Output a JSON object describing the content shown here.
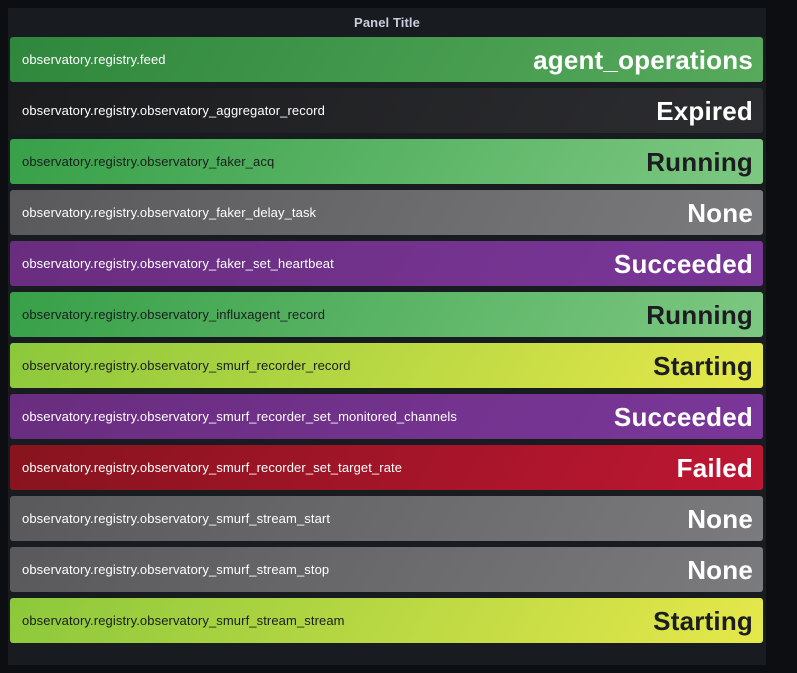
{
  "panel": {
    "title": "Panel Title",
    "background": "#181b1f",
    "page_background": "#0d0e11"
  },
  "text_colors": {
    "light": "#ffffff",
    "dark": "#1b1d20"
  },
  "rows": [
    {
      "label": "observatory.registry.feed",
      "value": "agent_operations",
      "color_left": "#2e873c",
      "color_right": "#57aa5c",
      "text": "light"
    },
    {
      "label": "observatory.registry.observatory_aggregator_record",
      "value": "Expired",
      "color_left": "#1b1c1e",
      "color_right": "#2c2d30",
      "text": "light"
    },
    {
      "label": "observatory.registry.observatory_faker_acq",
      "value": "Running",
      "color_left": "#37a048",
      "color_right": "#7dc882",
      "text": "dark"
    },
    {
      "label": "observatory.registry.observatory_faker_delay_task",
      "value": "None",
      "color_left": "#59595b",
      "color_right": "#7b7b7d",
      "text": "light"
    },
    {
      "label": "observatory.registry.observatory_faker_set_heartbeat",
      "value": "Succeeded",
      "color_left": "#692d7f",
      "color_right": "#7a3799",
      "text": "light"
    },
    {
      "label": "observatory.registry.observatory_influxagent_record",
      "value": "Running",
      "color_left": "#37a048",
      "color_right": "#7dc882",
      "text": "dark"
    },
    {
      "label": "observatory.registry.observatory_smurf_recorder_record",
      "value": "Starting",
      "color_left": "#8cc83c",
      "color_right": "#e6e84a",
      "text": "dark"
    },
    {
      "label": "observatory.registry.observatory_smurf_recorder_set_monitored_channels",
      "value": "Succeeded",
      "color_left": "#692d7f",
      "color_right": "#7a3799",
      "text": "light"
    },
    {
      "label": "observatory.registry.observatory_smurf_recorder_set_target_rate",
      "value": "Failed",
      "color_left": "#87141e",
      "color_right": "#be1633",
      "text": "light"
    },
    {
      "label": "observatory.registry.observatory_smurf_stream_start",
      "value": "None",
      "color_left": "#59595b",
      "color_right": "#7b7b7d",
      "text": "light"
    },
    {
      "label": "observatory.registry.observatory_smurf_stream_stop",
      "value": "None",
      "color_left": "#59595b",
      "color_right": "#7b7b7d",
      "text": "light"
    },
    {
      "label": "observatory.registry.observatory_smurf_stream_stream",
      "value": "Starting",
      "color_left": "#8cc83c",
      "color_right": "#e6e84a",
      "text": "dark"
    }
  ]
}
